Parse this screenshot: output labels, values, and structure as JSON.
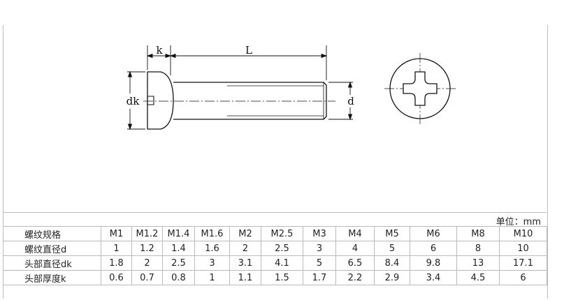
{
  "drawing": {
    "labels": {
      "k": "k",
      "L": "L",
      "dk": "dk",
      "d": "d"
    }
  },
  "table": {
    "unit": "单位：mm",
    "columns": [
      "M1",
      "M1.2",
      "M1.4",
      "M1.6",
      "M2",
      "M2.5",
      "M3",
      "M4",
      "M5",
      "M6",
      "M8",
      "M10"
    ],
    "header_label": "螺纹规格",
    "rows": [
      {
        "label": "螺纹直径d",
        "values": [
          "1",
          "1.2",
          "1.4",
          "1.6",
          "2",
          "2.5",
          "3",
          "4",
          "5",
          "6",
          "8",
          "10"
        ]
      },
      {
        "label": "头部直径dk",
        "values": [
          "1.8",
          "2",
          "2.5",
          "3",
          "3.1",
          "4.1",
          "5",
          "6.5",
          "8.4",
          "9.8",
          "13",
          "17.1"
        ]
      },
      {
        "label": "头部厚度k",
        "values": [
          "0.6",
          "0.7",
          "0.8",
          "1",
          "1.1",
          "1.5",
          "1.7",
          "2.2",
          "2.9",
          "3.4",
          "4.5",
          "6"
        ]
      }
    ]
  }
}
